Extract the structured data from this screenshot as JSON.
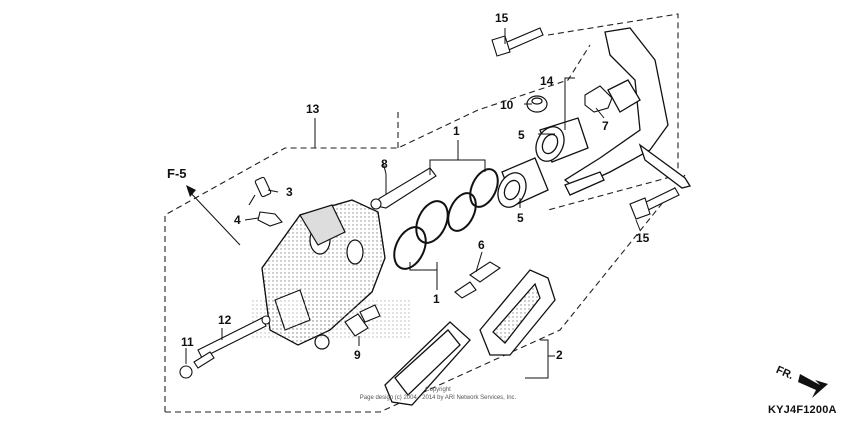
{
  "diagram": {
    "code": "KYJ4F1200A",
    "reference": "F-5",
    "direction_label": "FR.",
    "copyright_lines": [
      "Copyright",
      "Page design (c) 2004 - 2014 by ARI Network Services, Inc."
    ],
    "callouts": {
      "c1a": "1",
      "c1b": "1",
      "c2": "2",
      "c3": "3",
      "c4": "4",
      "c5a": "5",
      "c5b": "5",
      "c6": "6",
      "c7": "7",
      "c8": "8",
      "c9": "9",
      "c10": "10",
      "c11": "11",
      "c12": "12",
      "c13": "13",
      "c14": "14",
      "c15a": "15",
      "c15b": "15"
    }
  }
}
